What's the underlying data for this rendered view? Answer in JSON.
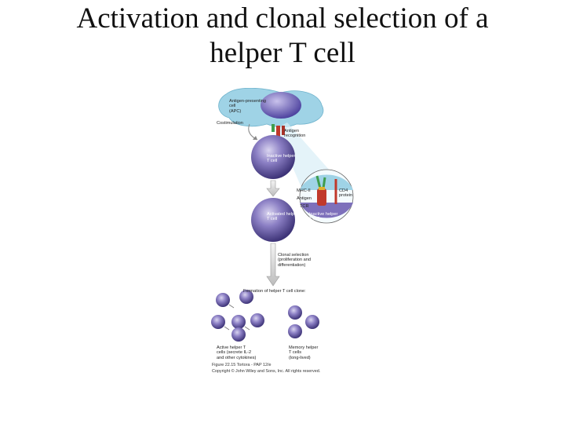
{
  "title": {
    "line1": "Activation and clonal selection of a",
    "line2": "helper T cell"
  },
  "diagram": {
    "labels": {
      "apc": "Antigen-presenting cell (APC)",
      "costimulation": "Costimulation",
      "antigen_recognition": "Antigen recognition",
      "inactive_helper": "Inactive helper T cell",
      "mhc2": "MHC-II",
      "cd4": "CD4 protein",
      "antigen": "Antigen",
      "tcr": "TCR",
      "inactive_helper_inset": "Inactive helper T cell",
      "activated_helper": "Activated helper T cell",
      "clonal_selection": "Clonal selection (proliferation and differentiation)",
      "clone_formation": "Formation of helper T cell clone:",
      "active_cells": "Active helper T cells (secrete IL-2 and other cytokines)",
      "memory_cells": "Memory helper T cells (long-lived)"
    },
    "caption": {
      "line1": "Figure 22.15 Tortora - PAP 12/e",
      "line2": "Copyright © John Wiley and Sons, Inc. All rights reserved."
    },
    "colors": {
      "cell": "#6b5fa8",
      "apc": "#9fd3e6",
      "receptor": "#c0392b",
      "mhc": "#3f9d4e"
    }
  }
}
